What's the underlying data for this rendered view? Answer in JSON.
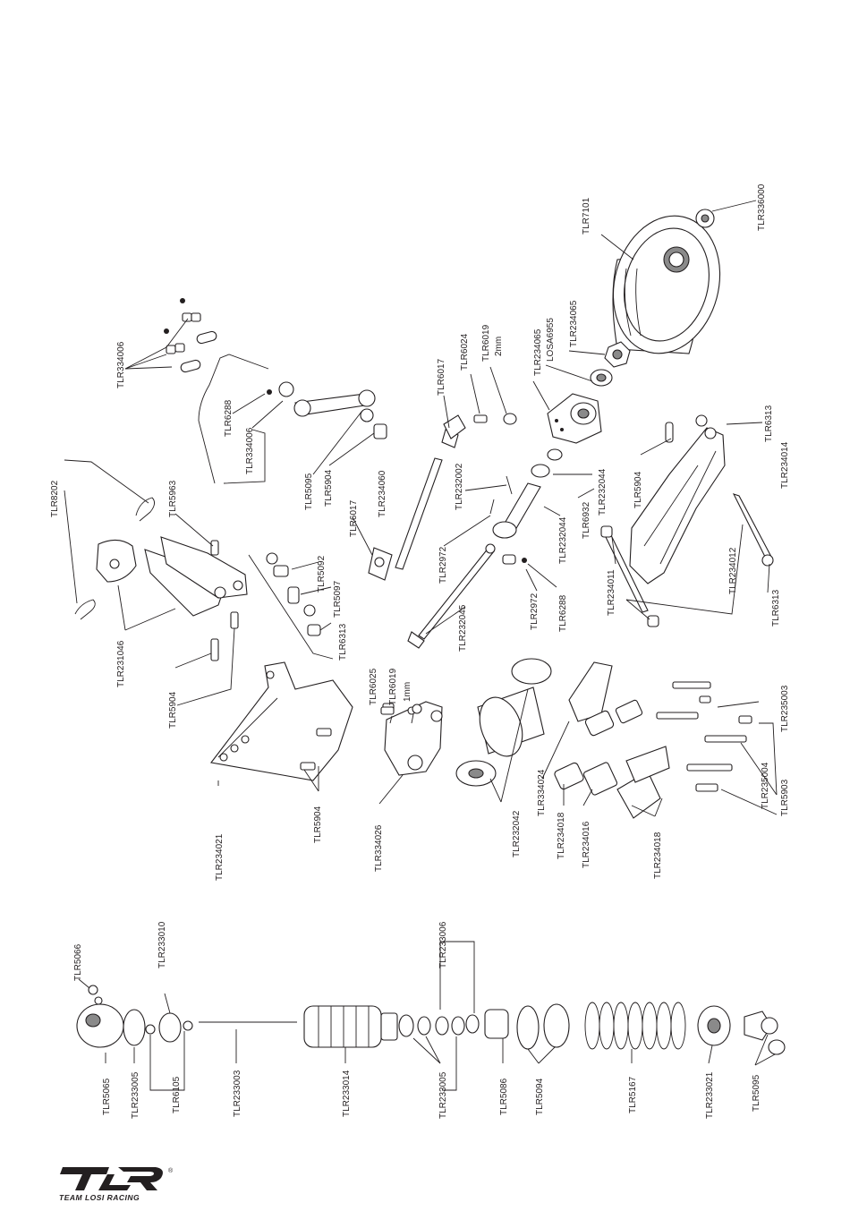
{
  "logo": {
    "mark": "TLR",
    "registered": "®",
    "tagline": "TEAM LOSI RACING"
  },
  "parts": {
    "tlr336000": "TLR336000",
    "tlr7101": "TLR7101",
    "tlr234065_a": "TLR234065",
    "losa6955": "LOSA6955",
    "tlr234065_b": "TLR234065",
    "tlr6019_a": "TLR6019",
    "tlr6019_a_sub": "2mm",
    "tlr6024": "TLR6024",
    "tlr6017_a": "TLR6017",
    "tlr334006_a": "TLR334006",
    "tlr6288_a": "TLR6288",
    "tlr334006_b": "TLR334006",
    "tlr5095_a": "TLR5095",
    "tlr5904_a": "TLR5904",
    "tlr6017_b": "TLR6017",
    "tlr234060": "TLR234060",
    "tlr232002": "TLR232002",
    "tlr232044_a": "TLR232044",
    "tlr6932": "TLR6932",
    "tlr232044_b": "TLR232044",
    "tlr6313_a": "TLR6313",
    "tlr234014": "TLR234014",
    "tlr5904_b": "TLR5904",
    "tlr8202": "TLR8202",
    "tlr5963": "TLR5963",
    "tlr5092": "TLR5092",
    "tlr5097": "TLR5097",
    "tlr6313_b": "TLR6313",
    "tlr231046": "TLR231046",
    "tlr5904_c": "TLR5904",
    "tlr2972_a": "TLR2972",
    "tlr232045": "TLR232045",
    "tlr2972_b": "TLR2972",
    "tlr6288_b": "TLR6288",
    "tlr234011": "TLR234011",
    "tlr234012": "TLR234012",
    "tlr6313_c": "TLR6313",
    "tlr6025": "TLR6025",
    "tlr6019_b": "TLR6019",
    "tlr6019_b_sub": "1mm",
    "tlr234021": "TLR234021",
    "tlr5904_d": "TLR5904",
    "tlr334026": "TLR334026",
    "tlr232042": "TLR232042",
    "tlr334024": "TLR334024",
    "tlr234018_a": "TLR234018",
    "tlr234016": "TLR234016",
    "tlr234018_b": "TLR234018",
    "tlr235003": "TLR235003",
    "tlr235004": "TLR235004",
    "tlr5903": "TLR5903",
    "tlr5066": "TLR5066",
    "tlr233010": "TLR233010",
    "tlr5065": "TLR5065",
    "tlr233005_a": "TLR233005",
    "tlr6105": "TLR6105",
    "tlr233003": "TLR233003",
    "tlr233014": "TLR233014",
    "tlr233005_b": "TLR233005",
    "tlr233006": "TLR233006",
    "tlr5086": "TLR5086",
    "tlr5094": "TLR5094",
    "tlr5167": "TLR5167",
    "tlr233021": "TLR233021",
    "tlr5095_b": "TLR5095"
  }
}
